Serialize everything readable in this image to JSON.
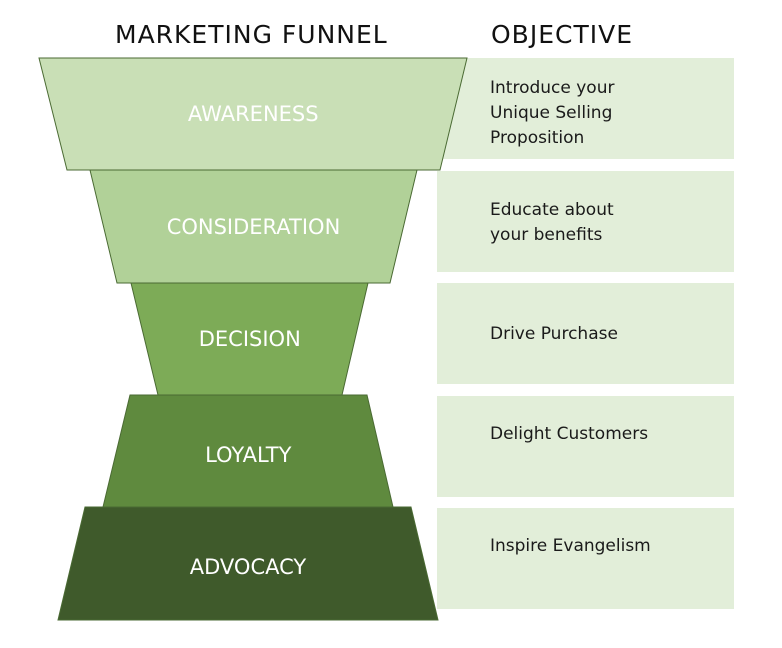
{
  "headers": {
    "funnel": "MARKETING FUNNEL",
    "objective": "OBJECTIVE"
  },
  "stages": [
    {
      "label": "AWARENESS",
      "color": "#c9dfb6",
      "objective": [
        "Introduce your",
        "Unique Selling",
        "Proposition"
      ]
    },
    {
      "label": "CONSIDERATION",
      "color": "#b1d198",
      "objective": [
        "Educate about",
        "your benefits"
      ]
    },
    {
      "label": "DECISION",
      "color": "#7dab57",
      "objective": [
        "Drive Purchase"
      ]
    },
    {
      "label": "LOYALTY",
      "color": "#5f8a3e",
      "objective": [
        "Delight Customers"
      ]
    },
    {
      "label": "ADVOCACY",
      "color": "#3f5a2b",
      "objective": [
        "Inspire Evangelism"
      ]
    }
  ],
  "objective_bg": "#e2eed9",
  "outline": "#4a6a33"
}
